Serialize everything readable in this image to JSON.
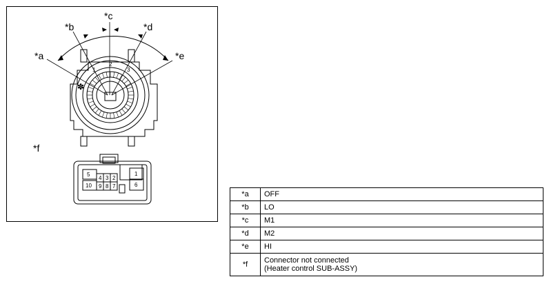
{
  "callouts": {
    "a": "*a",
    "b": "*b",
    "c": "*c",
    "d": "*d",
    "e": "*e",
    "f": "*f"
  },
  "dial_marks": {
    "mark_1": "1",
    "mark_2": "2",
    "mark_3": "3",
    "fan": "✽"
  },
  "connector": {
    "pins_row1": [
      "5",
      "4",
      "3",
      "2"
    ],
    "pins_row2": [
      "10",
      "9",
      "8",
      "7"
    ],
    "pin_right_top": "1",
    "pin_right_bottom": "6"
  },
  "legend": [
    {
      "key": "*a",
      "text": "OFF"
    },
    {
      "key": "*b",
      "text": "LO"
    },
    {
      "key": "*c",
      "text": "M1"
    },
    {
      "key": "*d",
      "text": "M2"
    },
    {
      "key": "*e",
      "text": "HI"
    },
    {
      "key": "*f",
      "text": "Connector not connected",
      "text2": "(Heater control SUB-ASSY)"
    }
  ]
}
